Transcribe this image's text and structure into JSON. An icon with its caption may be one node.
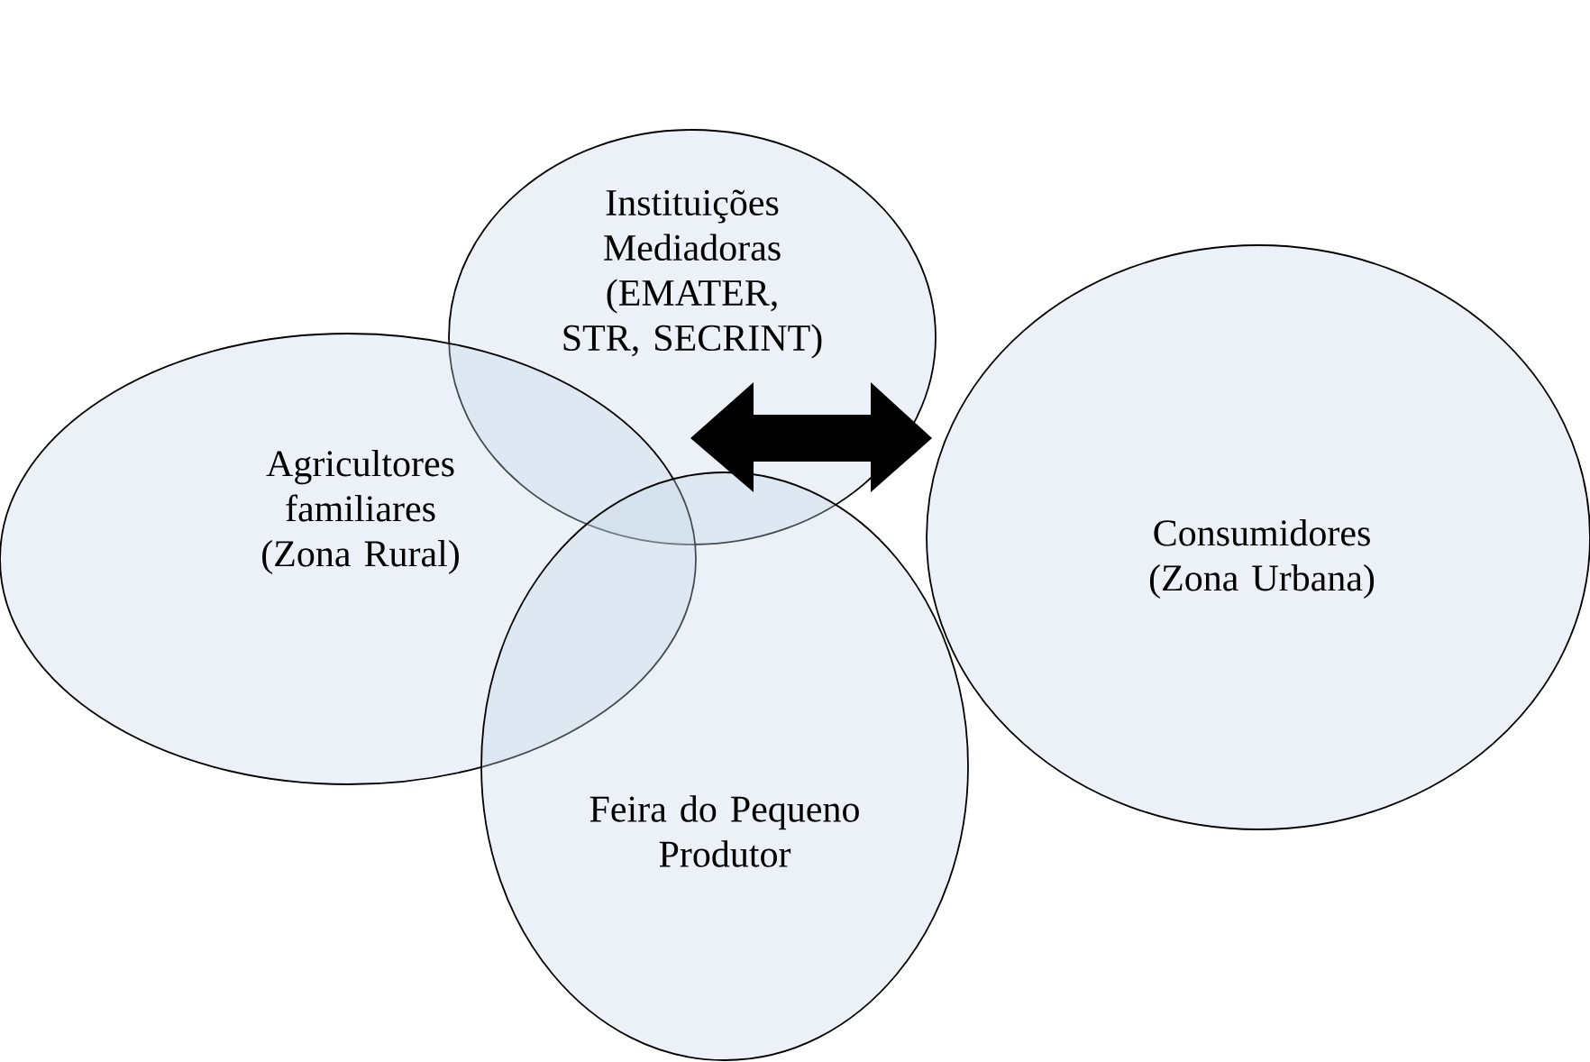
{
  "diagram": {
    "nodes": [
      {
        "text": [
          "Instituições Mediadoras (EMATER, STR, SECRINT)"
        ]
      },
      {
        "text": [
          "Agricultores familiares (Zona Rural)"
        ]
      },
      {
        "text": [
          "Consumidores (Zona Urbana)"
        ]
      },
      {
        "text": [
          "Feira do Pequeno Produtor"
        ]
      }
    ]
  }
}
